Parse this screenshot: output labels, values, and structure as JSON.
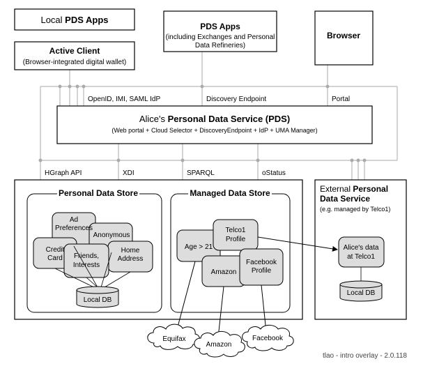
{
  "local_pds_apps": {
    "prefix": "Local ",
    "bold": "PDS Apps"
  },
  "active_client": {
    "title": "Active Client",
    "subtitle": "(Browser-integrated digital wallet)"
  },
  "pds_apps": {
    "title": "PDS Apps",
    "line1": "(including Exchanges and Personal",
    "line2": "Data Refineries)"
  },
  "browser": {
    "title": "Browser"
  },
  "top_bus_labels": {
    "openid": "OpenID, IMI, SAML IdP",
    "discovery": "Discovery Endpoint",
    "portal": "Portal"
  },
  "pds": {
    "prefix": "Alice's ",
    "bold": "Personal Data Service",
    "suffix": " (PDS)",
    "subtitle": "(Web portal + Cloud Selector + DiscoveryEndpoint + IdP + UMA Manager)"
  },
  "bottom_bus_labels": {
    "hgraph": "HGraph API",
    "xdi": "XDI",
    "sparql": "SPARQL",
    "ostatus": "oStatus"
  },
  "personal_data_store": {
    "title": "Personal Data Store",
    "ad_line1": "Ad",
    "ad_line2": "Preferences",
    "anonymous": "Anonymous",
    "credit_line1": "Credit",
    "credit_line2": "Card",
    "friends_line1": "Friends,",
    "friends_line2": "Interests",
    "home_line1": "Home",
    "home_line2": "Address",
    "local_db": "Local DB"
  },
  "managed_data_store": {
    "title": "Managed Data Store",
    "age": "Age > 21",
    "telco_line1": "Telco1",
    "telco_line2": "Profile",
    "amazon": "Amazon",
    "fb_line1": "Facebook",
    "fb_line2": "Profile"
  },
  "external_pds": {
    "prefix": "External ",
    "bold1": "Personal",
    "bold2": "Data Service",
    "subtitle": "(e.g. managed by Telco1)",
    "alice_line1": "Alice's data",
    "alice_line2": "at Telco1",
    "local_db": "Local DB"
  },
  "clouds": {
    "equifax": "Equifax",
    "amazon": "Amazon",
    "facebook": "Facebook"
  },
  "footer": "tlao - intro overlay - 2.0.118"
}
